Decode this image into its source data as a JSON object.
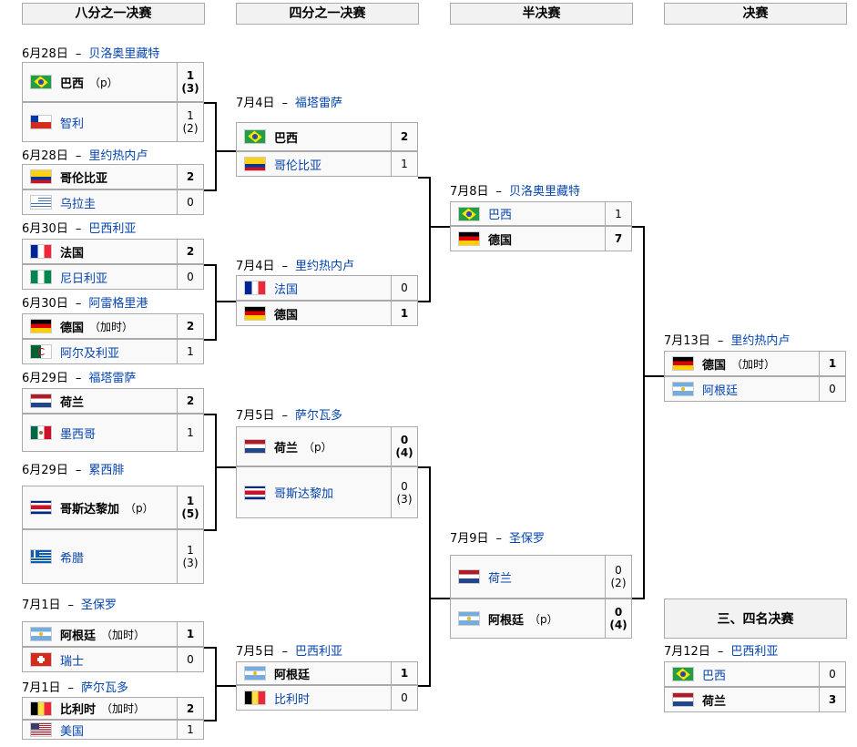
{
  "headers": {
    "r16": "八分之一决赛",
    "qf": "四分之一决赛",
    "sf": "半决赛",
    "final": "决赛",
    "third": "三、四名决赛"
  },
  "r16": [
    {
      "date": "6月28日",
      "venue": "贝洛奥里藏特",
      "t1": {
        "name": "巴西",
        "tag": "（p）",
        "s1": "1",
        "s2": "(3)",
        "win": true
      },
      "t2": {
        "name": "智利",
        "tag": "",
        "s1": "1",
        "s2": "(2)",
        "win": false
      }
    },
    {
      "date": "6月28日",
      "venue": "里约热内卢",
      "t1": {
        "name": "哥伦比亚",
        "tag": "",
        "s1": "2",
        "s2": "",
        "win": true
      },
      "t2": {
        "name": "乌拉圭",
        "tag": "",
        "s1": "0",
        "s2": "",
        "win": false
      }
    },
    {
      "date": "6月30日",
      "venue": "巴西利亚",
      "t1": {
        "name": "法国",
        "tag": "",
        "s1": "2",
        "s2": "",
        "win": true
      },
      "t2": {
        "name": "尼日利亚",
        "tag": "",
        "s1": "0",
        "s2": "",
        "win": false
      }
    },
    {
      "date": "6月30日",
      "venue": "阿雷格里港",
      "t1": {
        "name": "德国",
        "tag": "（加时）",
        "s1": "2",
        "s2": "",
        "win": true
      },
      "t2": {
        "name": "阿尔及利亚",
        "tag": "",
        "s1": "1",
        "s2": "",
        "win": false
      }
    },
    {
      "date": "6月29日",
      "venue": "福塔雷萨",
      "t1": {
        "name": "荷兰",
        "tag": "",
        "s1": "2",
        "s2": "",
        "win": true
      },
      "t2": {
        "name": "墨西哥",
        "tag": "",
        "s1": "1",
        "s2": "",
        "win": false
      }
    },
    {
      "date": "6月29日",
      "venue": "累西腓",
      "t1": {
        "name": "哥斯达黎加",
        "tag": "（p）",
        "s1": "1",
        "s2": "(5)",
        "win": true
      },
      "t2": {
        "name": "希腊",
        "tag": "",
        "s1": "1",
        "s2": "(3)",
        "win": false
      }
    },
    {
      "date": "7月1日",
      "venue": "圣保罗",
      "t1": {
        "name": "阿根廷",
        "tag": "（加时）",
        "s1": "1",
        "s2": "",
        "win": true
      },
      "t2": {
        "name": "瑞士",
        "tag": "",
        "s1": "0",
        "s2": "",
        "win": false
      }
    },
    {
      "date": "7月1日",
      "venue": "萨尔瓦多",
      "t1": {
        "name": "比利时",
        "tag": "（加时）",
        "s1": "2",
        "s2": "",
        "win": true
      },
      "t2": {
        "name": "美国",
        "tag": "",
        "s1": "1",
        "s2": "",
        "win": false
      }
    }
  ],
  "qf": [
    {
      "date": "7月4日",
      "venue": "福塔雷萨",
      "t1": {
        "name": "巴西",
        "tag": "",
        "s1": "2",
        "s2": "",
        "win": true
      },
      "t2": {
        "name": "哥伦比亚",
        "tag": "",
        "s1": "1",
        "s2": "",
        "win": false
      }
    },
    {
      "date": "7月4日",
      "venue": "里约热内卢",
      "t1": {
        "name": "法国",
        "tag": "",
        "s1": "0",
        "s2": "",
        "win": false
      },
      "t2": {
        "name": "德国",
        "tag": "",
        "s1": "1",
        "s2": "",
        "win": true
      }
    },
    {
      "date": "7月5日",
      "venue": "萨尔瓦多",
      "t1": {
        "name": "荷兰",
        "tag": "（p）",
        "s1": "0",
        "s2": "(4)",
        "win": true
      },
      "t2": {
        "name": "哥斯达黎加",
        "tag": "",
        "s1": "0",
        "s2": "(3)",
        "win": false
      }
    },
    {
      "date": "7月5日",
      "venue": "巴西利亚",
      "t1": {
        "name": "阿根廷",
        "tag": "",
        "s1": "1",
        "s2": "",
        "win": true
      },
      "t2": {
        "name": "比利时",
        "tag": "",
        "s1": "0",
        "s2": "",
        "win": false
      }
    }
  ],
  "sf": [
    {
      "date": "7月8日",
      "venue": "贝洛奥里藏特",
      "t1": {
        "name": "巴西",
        "tag": "",
        "s1": "1",
        "s2": "",
        "win": false
      },
      "t2": {
        "name": "德国",
        "tag": "",
        "s1": "7",
        "s2": "",
        "win": true
      }
    },
    {
      "date": "7月9日",
      "venue": "圣保罗",
      "t1": {
        "name": "荷兰",
        "tag": "",
        "s1": "0",
        "s2": "(2)",
        "win": false
      },
      "t2": {
        "name": "阿根廷",
        "tag": "（p）",
        "s1": "0",
        "s2": "(4)",
        "win": true
      }
    }
  ],
  "final": [
    {
      "date": "7月13日",
      "venue": "里约热内卢",
      "t1": {
        "name": "德国",
        "tag": "（加时）",
        "s1": "1",
        "s2": "",
        "win": true
      },
      "t2": {
        "name": "阿根廷",
        "tag": "",
        "s1": "0",
        "s2": "",
        "win": false
      }
    }
  ],
  "third": [
    {
      "date": "7月12日",
      "venue": "巴西利亚",
      "t1": {
        "name": "巴西",
        "tag": "",
        "s1": "0",
        "s2": "",
        "win": false
      },
      "t2": {
        "name": "荷兰",
        "tag": "",
        "s1": "3",
        "s2": "",
        "win": true
      }
    }
  ],
  "separator": "–"
}
